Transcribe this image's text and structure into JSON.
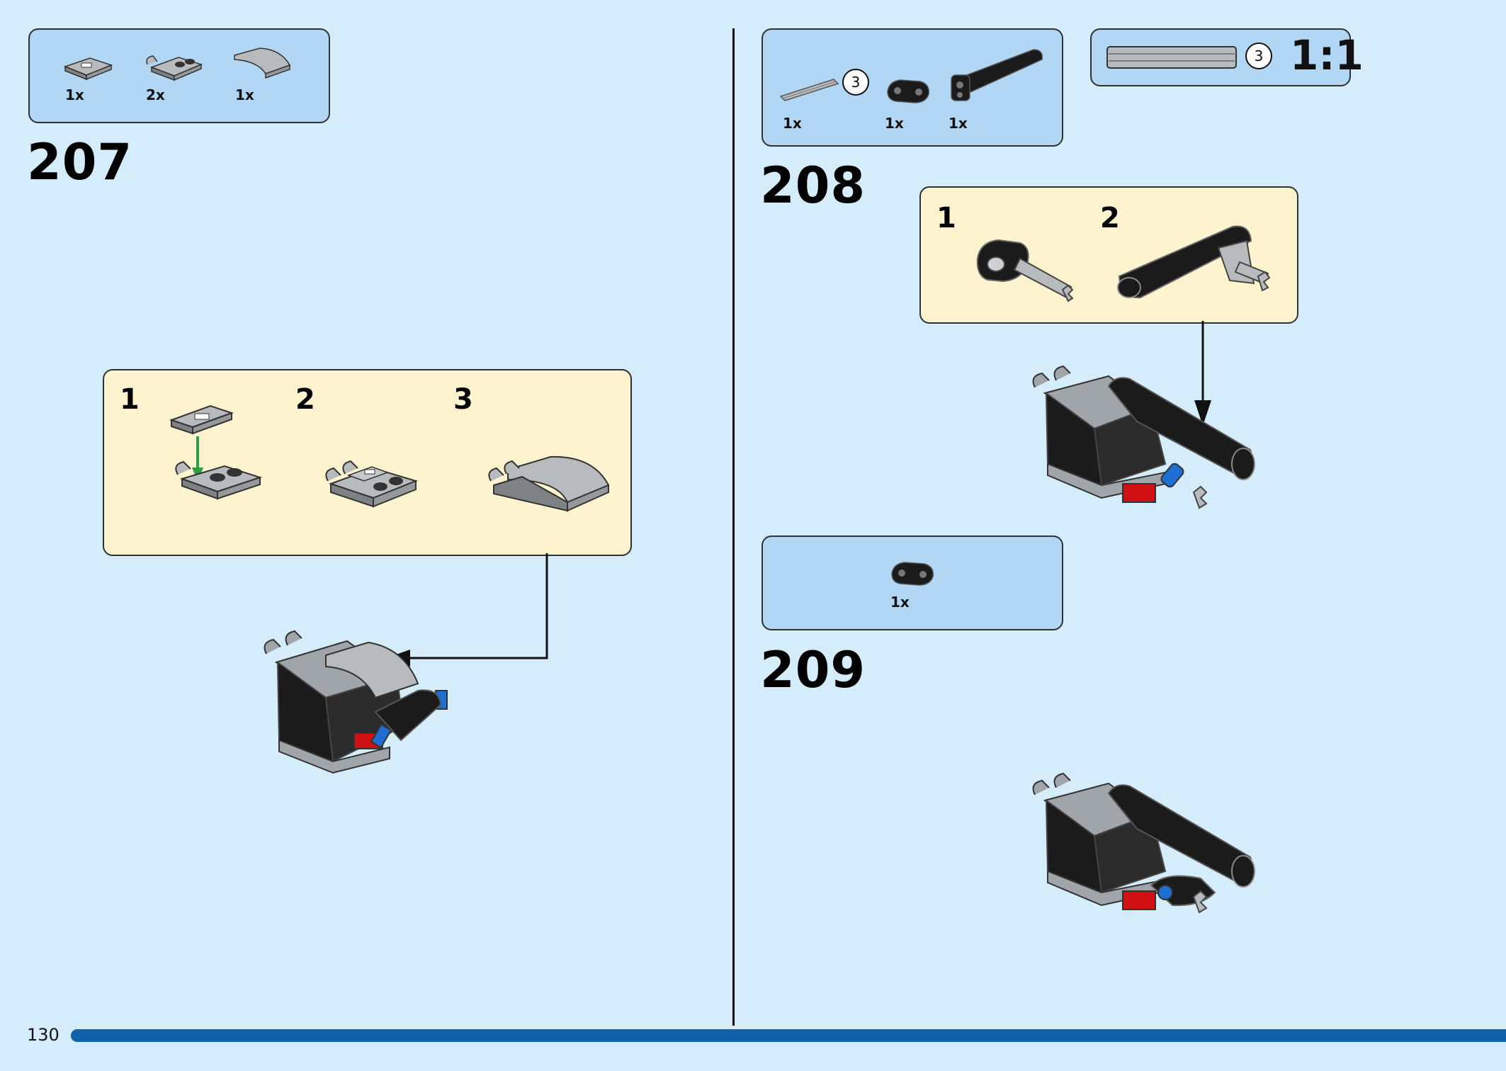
{
  "page_number": "130",
  "scale_label": "1:1",
  "steps": [
    {
      "number": "207",
      "parts": [
        {
          "name": "tile-1x2-grille",
          "qty": "1x"
        },
        {
          "name": "plate-clip",
          "qty": "2x"
        },
        {
          "name": "curved-slope",
          "qty": "1x"
        }
      ],
      "substeps": [
        "1",
        "2",
        "3"
      ]
    },
    {
      "number": "208",
      "parts": [
        {
          "name": "axle",
          "qty": "1x",
          "length": "3"
        },
        {
          "name": "beam-2",
          "qty": "1x"
        },
        {
          "name": "beam-with-axle",
          "qty": "1x"
        }
      ],
      "axle_ruler_length": "3",
      "substeps": [
        "1",
        "2"
      ]
    },
    {
      "number": "209",
      "parts": [
        {
          "name": "beam-2",
          "qty": "1x"
        }
      ]
    }
  ],
  "colors": {
    "page_bg": "#d5ecfa",
    "parts_box": "#b2d7f4",
    "substep_box": "#fdf4cf",
    "progress_bar": "#0e62a9",
    "brick_red": "#d01012",
    "brick_blue": "#1e6fd1",
    "brick_black": "#1b1b1b",
    "brick_gray": "#a0a5a9"
  }
}
